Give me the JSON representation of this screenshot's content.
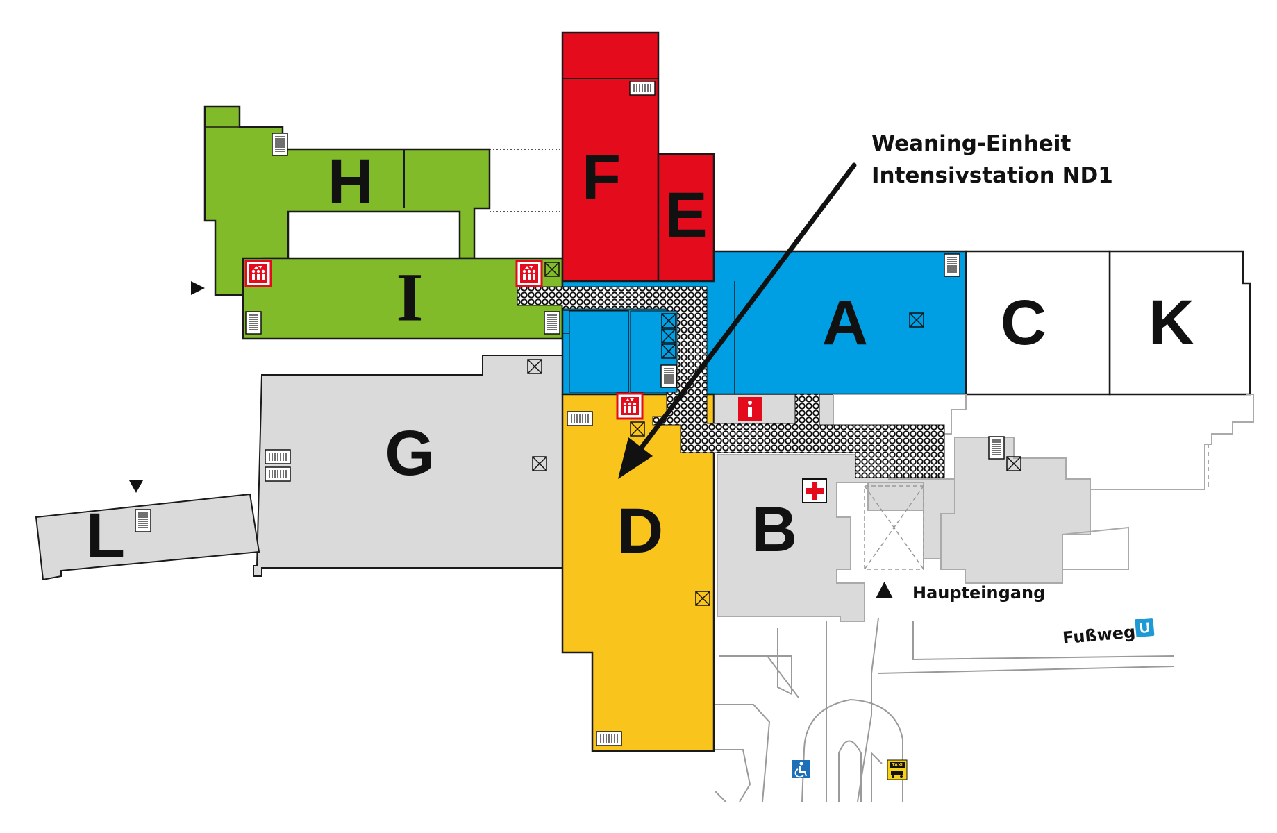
{
  "annotation": {
    "line1": "Weaning-Einheit",
    "line2": "Intensivstation ND1"
  },
  "entrance_label": "Haupteingang",
  "footpath": {
    "label": "Fußweg",
    "badge": "U"
  },
  "taxi_label": "TAXI",
  "buildings": {
    "A": "A",
    "B": "B",
    "C": "C",
    "D": "D",
    "E": "E",
    "F": "F",
    "G": "G",
    "H": "H",
    "I": "I",
    "K": "K",
    "L": "L"
  },
  "colors": {
    "green": "#82bb2a",
    "red": "#e30b1c",
    "blue": "#009fe3",
    "yellow": "#f9c51c",
    "gray": "#dadada",
    "white": "#ffffff",
    "ubahn": "#1d9ad6",
    "accessible": "#1d6fb8",
    "taxi": "#f7d117"
  },
  "icons": [
    "stairs-icon",
    "elevator-icon",
    "lift-shaft-icon",
    "information-icon",
    "first-aid-icon",
    "entrance-arrow-icon",
    "wheelchair-icon",
    "taxi-icon",
    "ubahn-icon"
  ]
}
